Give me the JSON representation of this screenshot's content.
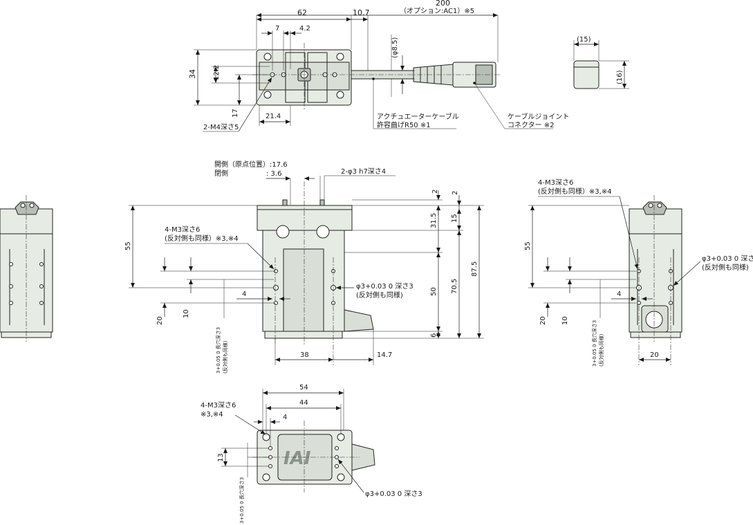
{
  "top_view": {
    "dim_62": "62",
    "dim_10_7": "10.7",
    "dim_200": "200",
    "dim_200_note": "（オプション:AC1）※5",
    "dim_7": "7",
    "dim_4_2": "4.2",
    "dim_34": "34",
    "dim_12_2": "12.2",
    "dim_17": "17",
    "dim_21_4": "21.4",
    "dim_phi8_5": "(φ8.5)",
    "label_m4": "2-M4深さ5",
    "cable_label_1": "アクチュエーターケーブル",
    "cable_label_2": "許容曲げR50 ※1",
    "connector_label_1": "ケーブルジョイント",
    "connector_label_2": "コネクター ※2"
  },
  "connector_view": {
    "dim_15": "(15)",
    "dim_16": "(16)"
  },
  "front_view": {
    "open_side": "開側（原点位置）:17.6",
    "close_side_a": "閉側",
    "close_side_b": ":  3.6",
    "pin_label": "2-φ3 h7深さ4",
    "dim_2a": "2",
    "dim_2b": "2",
    "dim_31_5": "31.5",
    "dim_15": "15",
    "dim_55": "55",
    "m3_label_1": "4-M3深さ6",
    "m3_label_2": "(反対側も同様）※3,※4",
    "dim_4": "4",
    "dim_20": "20",
    "dim_10": "10",
    "slot_label_1": "3+0.05 0 長穴深さ3",
    "slot_label_2": "(反対側も同様)",
    "phi_label": "φ3+0.03 0 深さ3",
    "phi_label_2": "(反対側も同様)",
    "dim_50": "50",
    "dim_70_5": "70.5",
    "dim_87_5": "87.5",
    "dim_6": "6",
    "dim_38": "38",
    "dim_14_7": "14.7"
  },
  "right_view": {
    "m3_label_1": "4-M3深さ6",
    "m3_label_2": "(反対側も同様）※3,※4",
    "dim_55": "55",
    "phi_label": "φ3+0.03 0 深さ3",
    "phi_label_2": "(反対側も同様)",
    "dim_4": "4",
    "dim_20": "20",
    "dim_10": "10",
    "slot_label_1": "3+0.05 0 長穴深さ3",
    "slot_label_2": "(反対側も同様)",
    "dim_20b": "20"
  },
  "bottom_view": {
    "dim_54": "54",
    "dim_44": "44",
    "dim_4": "4",
    "m3_label_1": "4-M3深さ6",
    "m3_label_2": "※3,※4",
    "dim_13": "13",
    "logo_text": "IAI",
    "slot_label": "3+0.05 0 長穴深さ3",
    "phi_label": "φ3+0.03 0 深さ3"
  }
}
